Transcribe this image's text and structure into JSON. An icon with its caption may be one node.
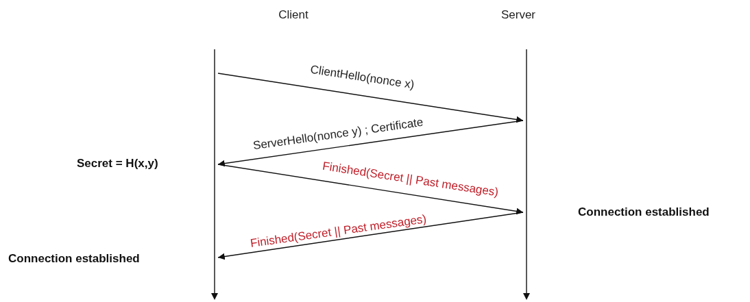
{
  "diagram": {
    "nodes": [
      {
        "text": [
          "Client"
        ]
      },
      {
        "text": [
          "Server"
        ]
      },
      {
        "text": [],
        "shape": "arrow"
      },
      {
        "text": [],
        "shape": "arrow"
      }
    ],
    "edges": [
      {
        "from": 2,
        "to": 3,
        "arrow": "to",
        "label": "ClientHello(nonce x)"
      },
      {
        "from": 3,
        "to": 2,
        "arrow": "to",
        "label": "ServerHello(nonce y) ; Certificate"
      },
      {
        "from": 2,
        "to": 3,
        "arrow": "to",
        "label": "Finished(Secret || Past messages)"
      },
      {
        "from": 3,
        "to": 2,
        "arrow": "to",
        "label": "Finished(Secret || Past messages)"
      }
    ],
    "labels": [
      "Secret = H(x,y)",
      "Connection established",
      "Connection established"
    ]
  }
}
